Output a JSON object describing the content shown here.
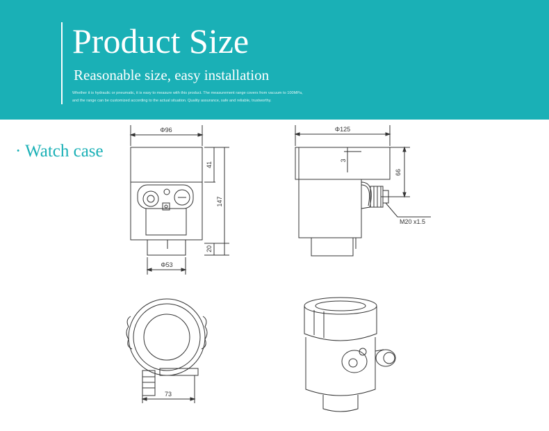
{
  "colors": {
    "banner": "#1ab0b6",
    "accent": "#1ab0b6",
    "line": "#333333"
  },
  "header": {
    "title": "Product Size",
    "subtitle": "Reasonable size, easy installation",
    "description_line1": "Whether it is hydraulic or pneumatic, it is easy to measure with this product. The measurement range covers from vacuum to 100MPa,",
    "description_line2": "and the range can be customized according to the actual situation. Quality assurance, safe and reliable, trustworthy."
  },
  "section": {
    "label": "· Watch case"
  },
  "dimensions": {
    "front_width": "Φ96",
    "front_top_height": "41",
    "front_total_height": "147",
    "front_bottom_height": "20",
    "front_bottom_diameter": "Φ53",
    "side_width": "Φ125",
    "side_lip": "3",
    "side_height": "66",
    "thread": "M20 x1.5",
    "top_width": "73"
  }
}
